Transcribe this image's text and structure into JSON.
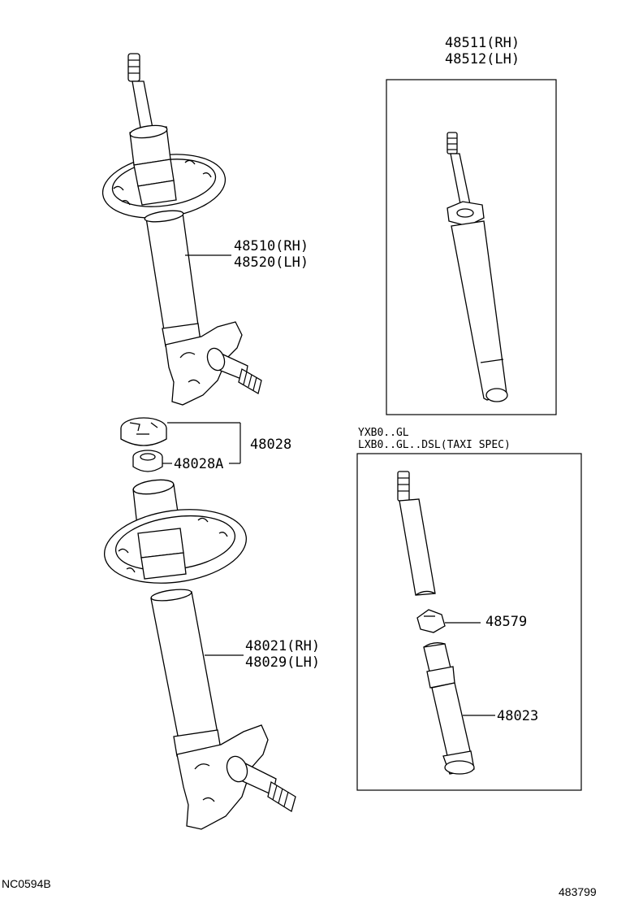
{
  "labels": {
    "p48511": "48511(RH)",
    "p48512": "48512(LH)",
    "p48510": "48510(RH)",
    "p48520": "48520(LH)",
    "p48028": "48028",
    "p48028a": "48028A",
    "p48021": "48021(RH)",
    "p48029": "48029(LH)",
    "p48579": "48579",
    "p48023": "48023"
  },
  "box2": {
    "line1": "YXB0..GL",
    "line2": "LXB0..GL..DSL(TAXI SPEC)"
  },
  "footer": {
    "left_code": "NC0594B",
    "right_code": "483799"
  }
}
